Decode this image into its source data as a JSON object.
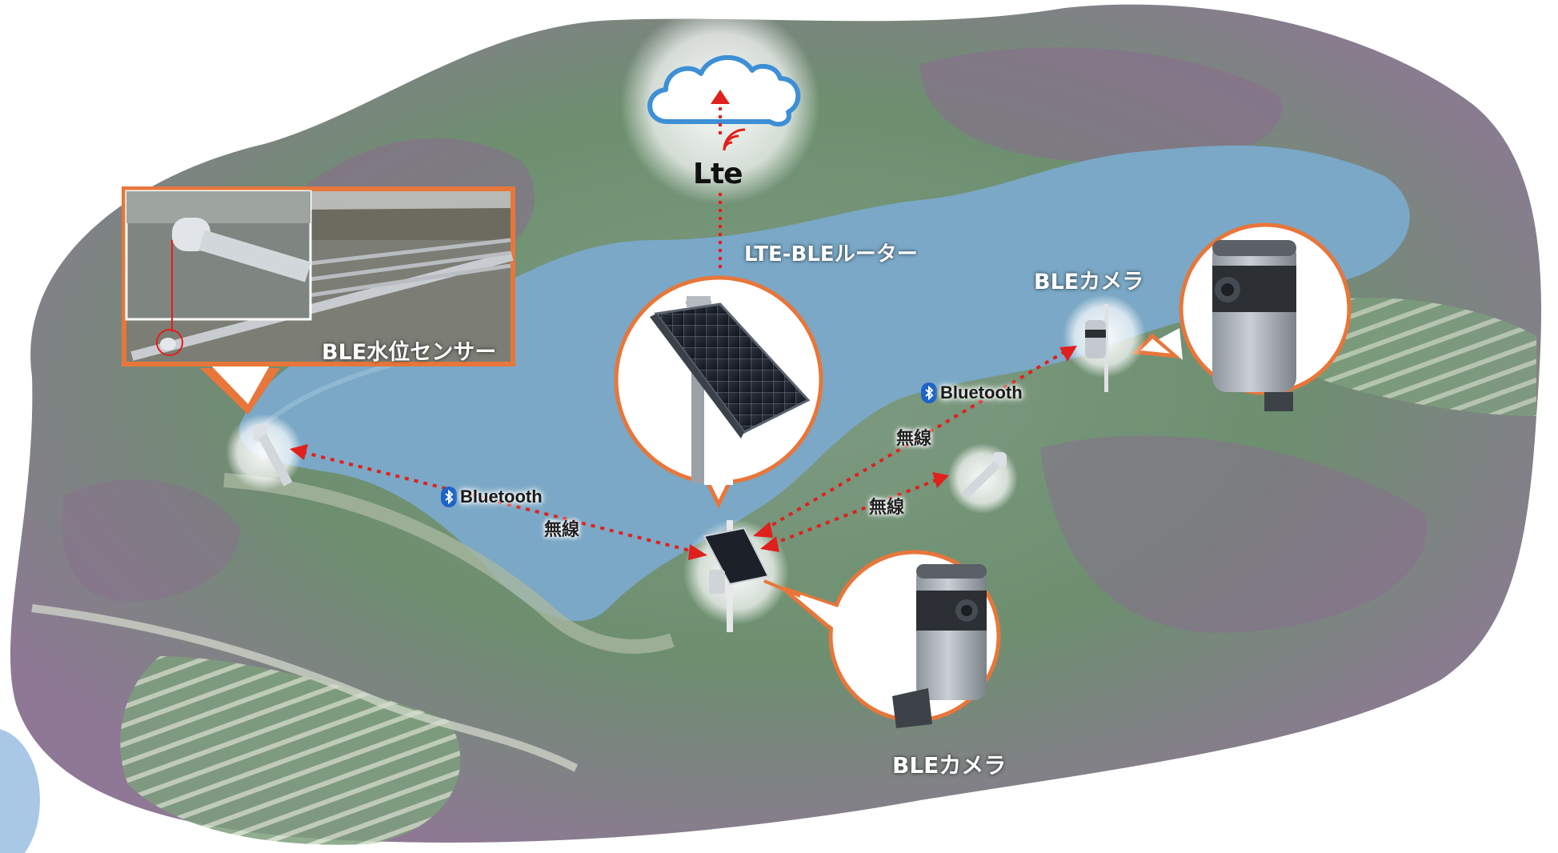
{
  "labels": {
    "router": "LTE-BLEルーター",
    "water_sensor": "BLE水位センサー",
    "camera_right": "BLEカメラ",
    "camera_bottom": "BLEカメラ",
    "lte": "Lte"
  },
  "links": {
    "wireless_1": "無線",
    "wireless_2": "無線",
    "wireless_3": "無線",
    "bluetooth_1": "Bluetooth",
    "bluetooth_2": "Bluetooth"
  },
  "colors": {
    "accent_orange": "#e8763a",
    "arrow_red": "#e0201c",
    "cloud_blue": "#3d8fd6",
    "water": "#7aa8c6",
    "terrain_green": "#6f9a72",
    "terrain_purple": "#8a6a8e"
  },
  "icons": [
    "cloud-icon",
    "lte-icon",
    "bluetooth-icon",
    "solar-router-icon",
    "water-level-sensor-icon",
    "camera-icon"
  ]
}
